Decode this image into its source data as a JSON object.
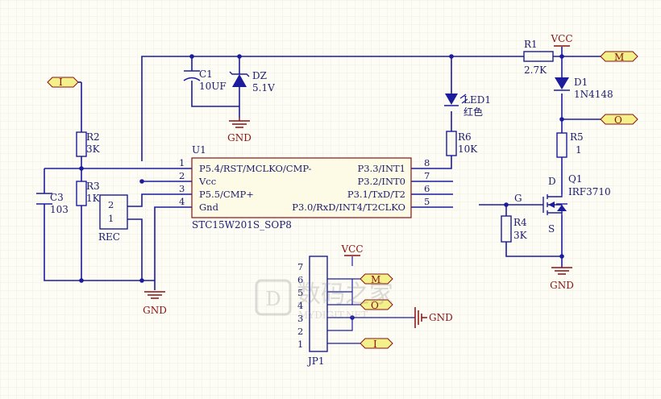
{
  "nets": {
    "vcc": "VCC",
    "gnd": "GND",
    "port_i": "I",
    "port_m": "M",
    "port_o": "O"
  },
  "components": {
    "c1": {
      "ref": "C1",
      "value": "10UF"
    },
    "dz": {
      "ref": "DZ",
      "value": "5.1V"
    },
    "r1": {
      "ref": "R1",
      "value": "2.7K"
    },
    "d1": {
      "ref": "D1",
      "value": "1N4148"
    },
    "led1": {
      "ref": "LED1",
      "value": "红色"
    },
    "r6": {
      "ref": "R6",
      "value": "10K"
    },
    "r5": {
      "ref": "R5",
      "value": "1"
    },
    "r2": {
      "ref": "R2",
      "value": "3K"
    },
    "r3": {
      "ref": "R3",
      "value": "1K"
    },
    "c3": {
      "ref": "C3",
      "value": "103"
    },
    "rec": {
      "ref": "REC",
      "pin_top": "2",
      "pin_bottom": "1"
    },
    "r4": {
      "ref": "R4",
      "value": "3K"
    },
    "q1": {
      "ref": "Q1",
      "value": "IRF3710",
      "drain": "D",
      "gate": "G",
      "source": "S"
    },
    "u1": {
      "ref": "U1",
      "part": "STC15W201S_SOP8",
      "left_pins": [
        {
          "num": "1",
          "name": "P5.4/RST/MCLKO/CMP-"
        },
        {
          "num": "2",
          "name": "Vcc"
        },
        {
          "num": "3",
          "name": "P5.5/CMP+"
        },
        {
          "num": "4",
          "name": "Gnd"
        }
      ],
      "right_pins": [
        {
          "num": "8",
          "name": "P3.3/INT1"
        },
        {
          "num": "7",
          "name": "P3.2/INT0"
        },
        {
          "num": "6",
          "name": "P3.1/TxD/T2"
        },
        {
          "num": "5",
          "name": "P3.0/RxD/INT4/T2CLKO"
        }
      ]
    },
    "jp1": {
      "ref": "JP1",
      "pins": [
        "7",
        "6",
        "5",
        "4",
        "3",
        "2",
        "1"
      ]
    }
  },
  "watermark": {
    "title": "数码之家",
    "subtitle": "MYDIGIT.NET"
  }
}
